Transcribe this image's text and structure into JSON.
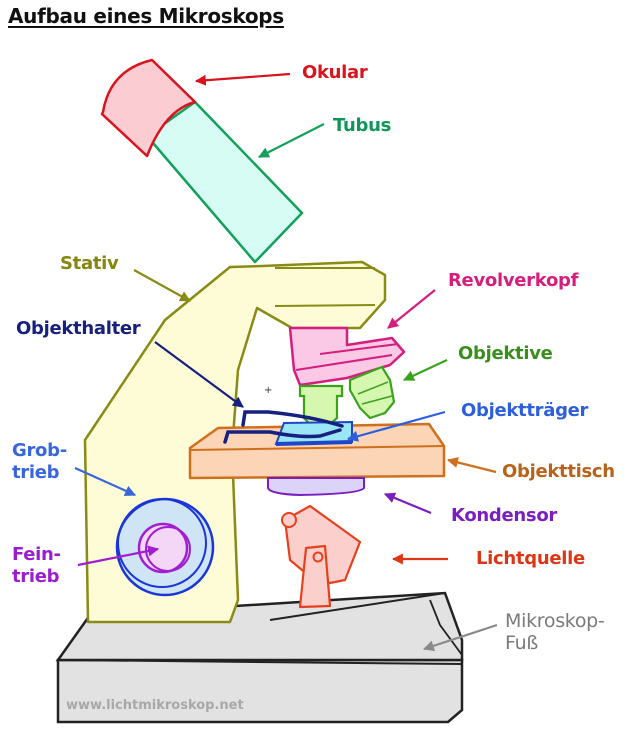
{
  "title": "Aufbau eines Mikroskops",
  "watermark": "www.lichtmikroskop.net",
  "parts": {
    "okular": {
      "label": "Okular",
      "color": "#d8141e"
    },
    "tubus": {
      "label": "Tubus",
      "color": "#12955a"
    },
    "stativ": {
      "label": "Stativ",
      "color": "#858510"
    },
    "revolverkopf": {
      "label": "Revolverkopf",
      "color": "#d41f7e"
    },
    "objekthalter": {
      "label": "Objekthalter",
      "color": "#16207e"
    },
    "objektive": {
      "label": "Objektive",
      "color": "#3a8f1c"
    },
    "objekttraeger": {
      "label": "Objektträger",
      "color": "#2d5fdc"
    },
    "grobtrieb": {
      "label": "Grob-\ntrieb",
      "color": "#3a66dc"
    },
    "objekttisch": {
      "label": "Objekttisch",
      "color": "#b8621a"
    },
    "kondensor": {
      "label": "Kondensor",
      "color": "#7a1ec0"
    },
    "feintrieb": {
      "label": "Fein-\ntrieb",
      "color": "#9a1ed0"
    },
    "lichtquelle": {
      "label": "Lichtquelle",
      "color": "#dc3614"
    },
    "fuss": {
      "label": "Mikroskop-\nFuß",
      "color": "#7a7a7a"
    }
  }
}
